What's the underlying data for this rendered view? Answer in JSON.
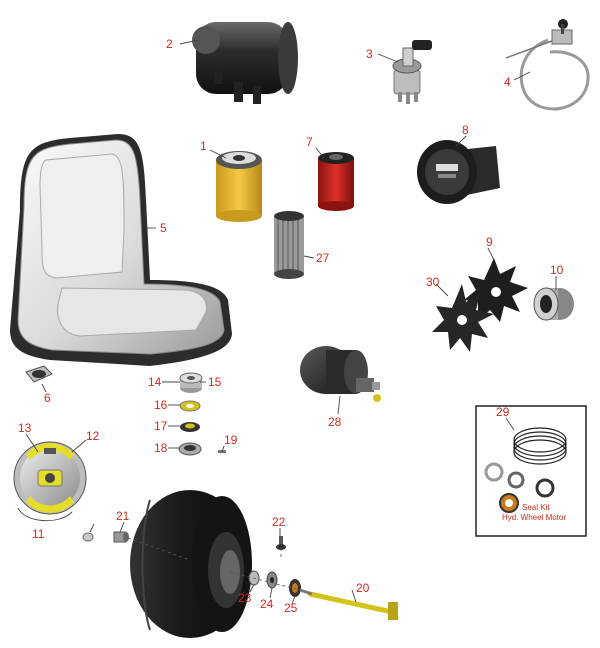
{
  "callouts": [
    {
      "id": "c1",
      "label": "1"
    },
    {
      "id": "c2",
      "label": "2"
    },
    {
      "id": "c3",
      "label": "3"
    },
    {
      "id": "c4",
      "label": "4"
    },
    {
      "id": "c5",
      "label": "5"
    },
    {
      "id": "c6",
      "label": "6"
    },
    {
      "id": "c7",
      "label": "7"
    },
    {
      "id": "c8",
      "label": "8"
    },
    {
      "id": "c9",
      "label": "9"
    },
    {
      "id": "c10",
      "label": "10"
    },
    {
      "id": "c11",
      "label": "11"
    },
    {
      "id": "c12",
      "label": "12"
    },
    {
      "id": "c13",
      "label": "13"
    },
    {
      "id": "c14",
      "label": "14"
    },
    {
      "id": "c15",
      "label": "15"
    },
    {
      "id": "c16",
      "label": "16"
    },
    {
      "id": "c17",
      "label": "17"
    },
    {
      "id": "c18",
      "label": "18"
    },
    {
      "id": "c19",
      "label": "19"
    },
    {
      "id": "c20",
      "label": "20"
    },
    {
      "id": "c21",
      "label": "21"
    },
    {
      "id": "c22",
      "label": "22"
    },
    {
      "id": "c23",
      "label": "23"
    },
    {
      "id": "c24",
      "label": "24"
    },
    {
      "id": "c25",
      "label": "25"
    },
    {
      "id": "c27",
      "label": "27"
    },
    {
      "id": "c28",
      "label": "28"
    },
    {
      "id": "c29",
      "label": "29"
    },
    {
      "id": "c30",
      "label": "30"
    }
  ],
  "inset": {
    "line1": "Seal Kit",
    "line2": "Hyd. Wheel Motor"
  },
  "colors": {
    "callout": "#d42a1e",
    "oil_filter": "#e8b530",
    "fuel_filter": "#c8201a",
    "brake_yellow": "#e6dc2a",
    "axle": "#d4c21c"
  }
}
